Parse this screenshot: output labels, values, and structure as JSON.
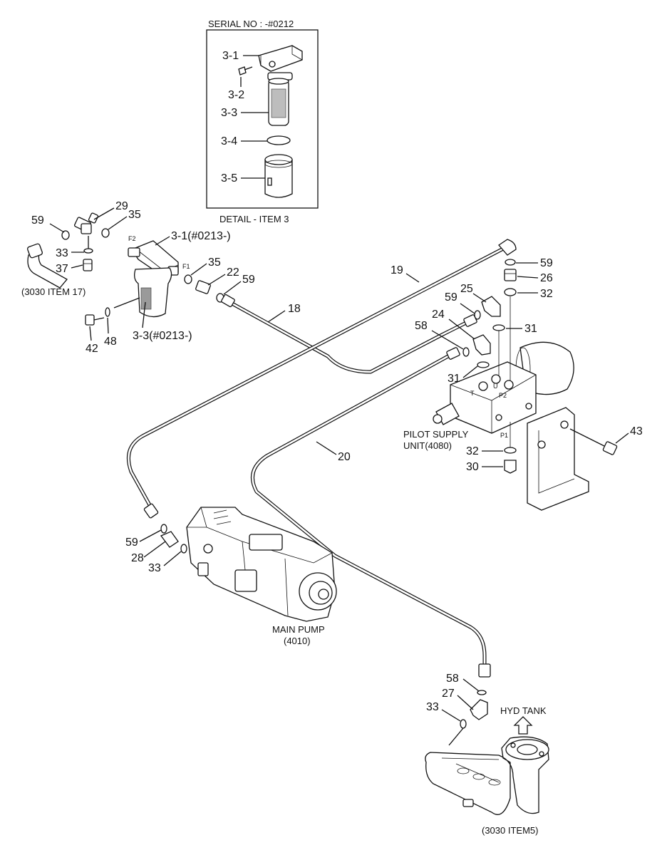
{
  "detail": {
    "serial": "SERIAL NO : -#0212",
    "caption": "DETAIL - ITEM 3",
    "callouts": {
      "c31": "3-1",
      "c32": "3-2",
      "c33": "3-3",
      "c34": "3-4",
      "c35": "3-5"
    }
  },
  "labels": {
    "p29": "29",
    "p35a": "35",
    "p59a": "59",
    "p33a": "33",
    "p37": "37",
    "ref_3030_17": "(3030 ITEM 17)",
    "p31_new": "3-1(#0213-)",
    "p33_new": "3-3(#0213-)",
    "f2": "F2",
    "f1": "F1",
    "p42": "42",
    "p48": "48",
    "p35b": "35",
    "p22": "22",
    "p59b": "59",
    "p18": "18",
    "p19": "19",
    "p59c": "59",
    "p26": "26",
    "p32a": "32",
    "p25": "25",
    "p59d": "59",
    "p24": "24",
    "p31a": "31",
    "p58a": "58",
    "p31b": "31",
    "port_t": "T",
    "port_u": "U",
    "port_p2": "P2",
    "port_p1": "P1",
    "pilot_supply": "PILOT SUPPLY",
    "pilot_unit": "UNIT(4080)",
    "p43": "43",
    "p32b": "32",
    "p30": "30",
    "p20": "20",
    "p59e": "59",
    "p28": "28",
    "p33b": "33",
    "main_pump": "MAIN PUMP",
    "main_pump_ref": "(4010)",
    "p58b": "58",
    "p27": "27",
    "p33c": "33",
    "hyd_tank": "HYD TANK",
    "ref_3030_5": "(3030 ITEM5)"
  }
}
